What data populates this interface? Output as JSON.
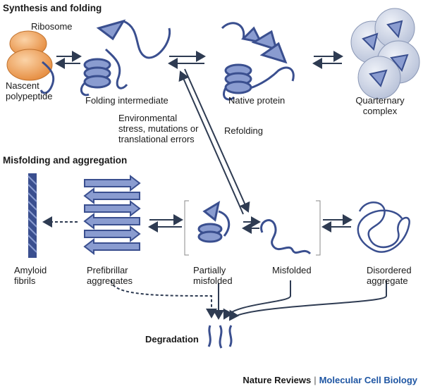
{
  "headings": {
    "synthesis": "Synthesis and folding",
    "misfolding": "Misfolding and aggregation"
  },
  "labels": {
    "ribosome": "Ribosome",
    "nascent": "Nascent\npolypeptide",
    "folding_intermediate": "Folding intermediate",
    "native_protein": "Native protein",
    "quaternary": "Quarternary\ncomplex",
    "environmental": "Environmental\nstress, mutations or\ntranslational errors",
    "refolding": "Refolding",
    "amyloid": "Amyloid\nfibrils",
    "prefibrillar": "Prefibrillar\naggregates",
    "partially_misfolded": "Partially\nmisfolded",
    "misfolded": "Misfolded",
    "disordered": "Disordered\naggregate",
    "degradation": "Degradation"
  },
  "footer": {
    "publisher": "Nature Reviews",
    "separator": "|",
    "journal": "Molecular Cell Biology"
  },
  "colors": {
    "protein": "#3a4f8f",
    "protein_light": "#8a9cd0",
    "ribosome": "#f2a05e",
    "complex_bg": "#c8d0e2",
    "arrow": "#2e3b52",
    "journal": "#1f56a3"
  }
}
